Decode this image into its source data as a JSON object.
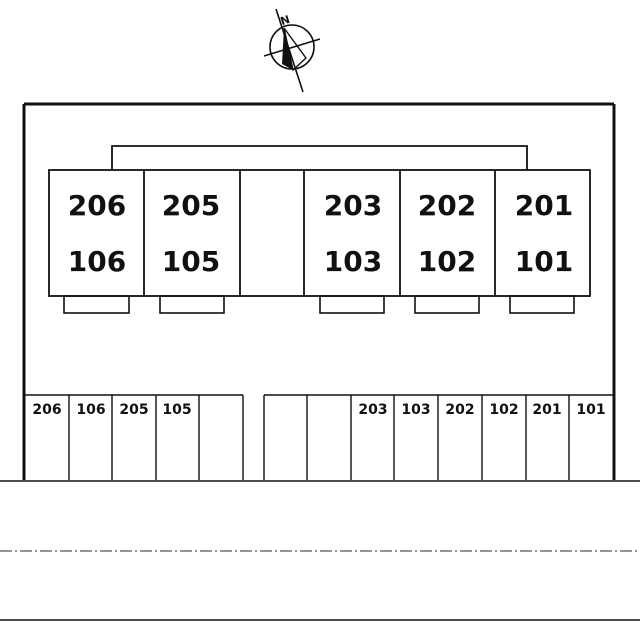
{
  "compass": {
    "letter": "N"
  },
  "building_units": [
    {
      "upper": "206",
      "lower": "106"
    },
    {
      "upper": "205",
      "lower": "105"
    },
    {
      "upper": "",
      "lower": ""
    },
    {
      "upper": "203",
      "lower": "103"
    },
    {
      "upper": "202",
      "lower": "102"
    },
    {
      "upper": "201",
      "lower": "101"
    }
  ],
  "parking_left": [
    "206",
    "106",
    "205",
    "105",
    ""
  ],
  "parking_right": [
    "",
    "",
    "203",
    "103",
    "202",
    "102",
    "201",
    "101"
  ]
}
